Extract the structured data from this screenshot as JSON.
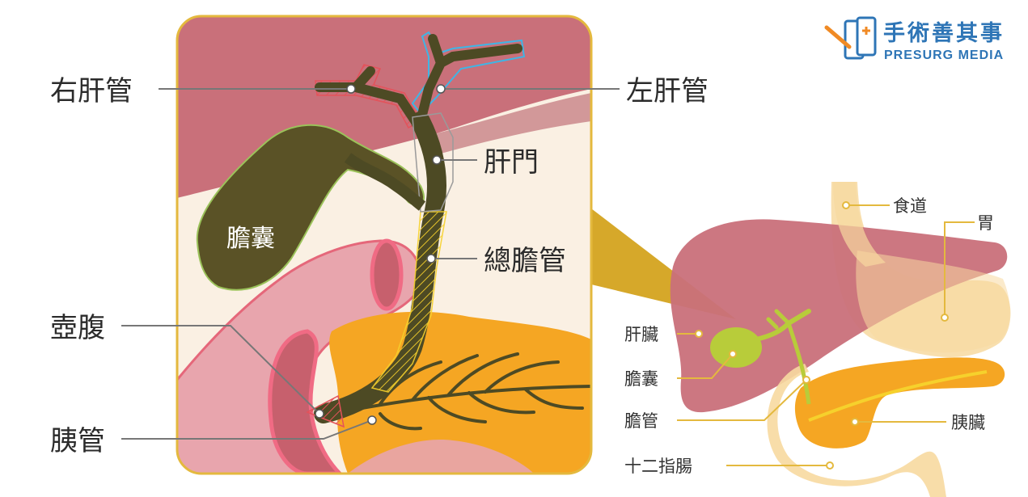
{
  "brand": {
    "name_zh": "手術善其事",
    "name_en": "PRESURG MEDIA",
    "logo_icon": "presurg-logo-icon"
  },
  "detail_labels": {
    "right_hepatic_duct": "右肝管",
    "left_hepatic_duct": "左肝管",
    "hilum": "肝門",
    "gallbladder": "膽囊",
    "common_bile_duct": "總膽管",
    "ampulla": "壺腹",
    "pancreatic_duct": "胰管"
  },
  "overview_labels": {
    "esophagus": "食道",
    "stomach": "胃",
    "liver": "肝臟",
    "gallbladder": "膽囊",
    "bile_duct": "膽管",
    "pancreas": "胰臟",
    "duodenum": "十二指腸"
  },
  "colors": {
    "liver": "#c9707a",
    "liver_dark": "#b85e68",
    "gallbladder": "#5a5226",
    "bile_duct": "#4d4a24",
    "pancreas": "#f5a623",
    "duodenum": "#e8a5ad",
    "panel_border": "#e4b93e",
    "panel_bg": "#faf0e3",
    "callout": "#d6a82a",
    "overview_gallbladder": "#b8cc3a",
    "overview_duodenum": "#f7d9a0",
    "brand": "#2e75b6"
  }
}
